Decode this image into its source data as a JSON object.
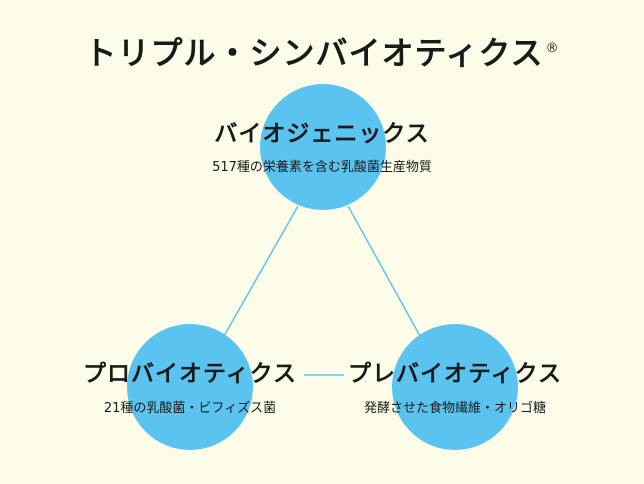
{
  "title": {
    "text": "トリプル・シンバイオティクス",
    "mark": "®"
  },
  "nodes": {
    "top": {
      "title": "バイオジェニックス",
      "description": "517種の栄養素を含む乳酸菌生産物質"
    },
    "left": {
      "title": "プロバイオティクス",
      "description": "21種の乳酸菌・ビフィズス菌"
    },
    "right": {
      "title": "プレバイオティクス",
      "description": "発酵させた食物繊維・オリゴ糖"
    }
  },
  "colors": {
    "background": "#fdfce8",
    "circle": "#5bc3f0",
    "connector": "#5bc3f0",
    "text": "#1a1a1a"
  }
}
